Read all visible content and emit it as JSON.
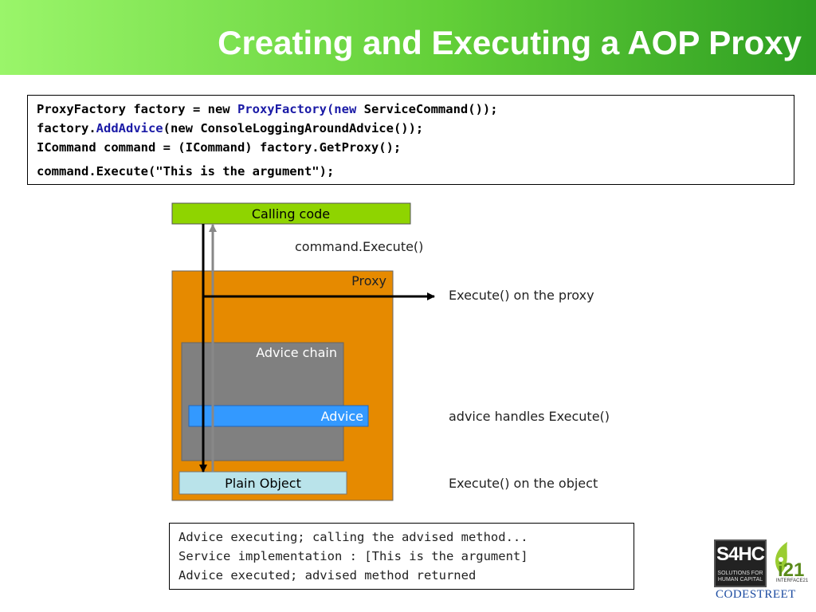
{
  "slide": {
    "title": "Creating and Executing a AOP Proxy"
  },
  "code": {
    "line1": {
      "a": "ProxyFactory factory = new ",
      "b": "ProxyFactory(new",
      "c": " ServiceCommand());"
    },
    "line2": {
      "a": "factory.",
      "b": "AddAdvice",
      "c": "(new ConsoleLoggingAroundAdvice());"
    },
    "line3": "ICommand command = (ICommand) factory.GetProxy();",
    "line4": "command.Execute(\"This is the argument\");"
  },
  "diagram": {
    "calling_code": "Calling code",
    "command_execute": "command.Execute()",
    "proxy": "Proxy",
    "execute_on_proxy": "Execute() on the proxy",
    "advice_chain": "Advice chain",
    "advice": "Advice",
    "advice_handles": "advice handles Execute()",
    "plain_object": "Plain Object",
    "execute_on_object": "Execute() on the object",
    "colors": {
      "calling_code": "#8fd400",
      "proxy": "#e68a00",
      "advice_chain": "#808080",
      "advice": "#3399ff",
      "plain_object": "#b9e3ea"
    }
  },
  "output": {
    "line1": "Advice executing; calling the advised method...",
    "line2": "Service implementation : [This is the argument]",
    "line3": "Advice executed; advised method returned"
  },
  "logos": {
    "s4hc": "S4HC",
    "s4hc_sub": "SOLUTIONS FOR HUMAN CAPITAL",
    "i21": "i21",
    "i21_sub": "INTERFACE21",
    "codestreet": "CODESTREET"
  }
}
